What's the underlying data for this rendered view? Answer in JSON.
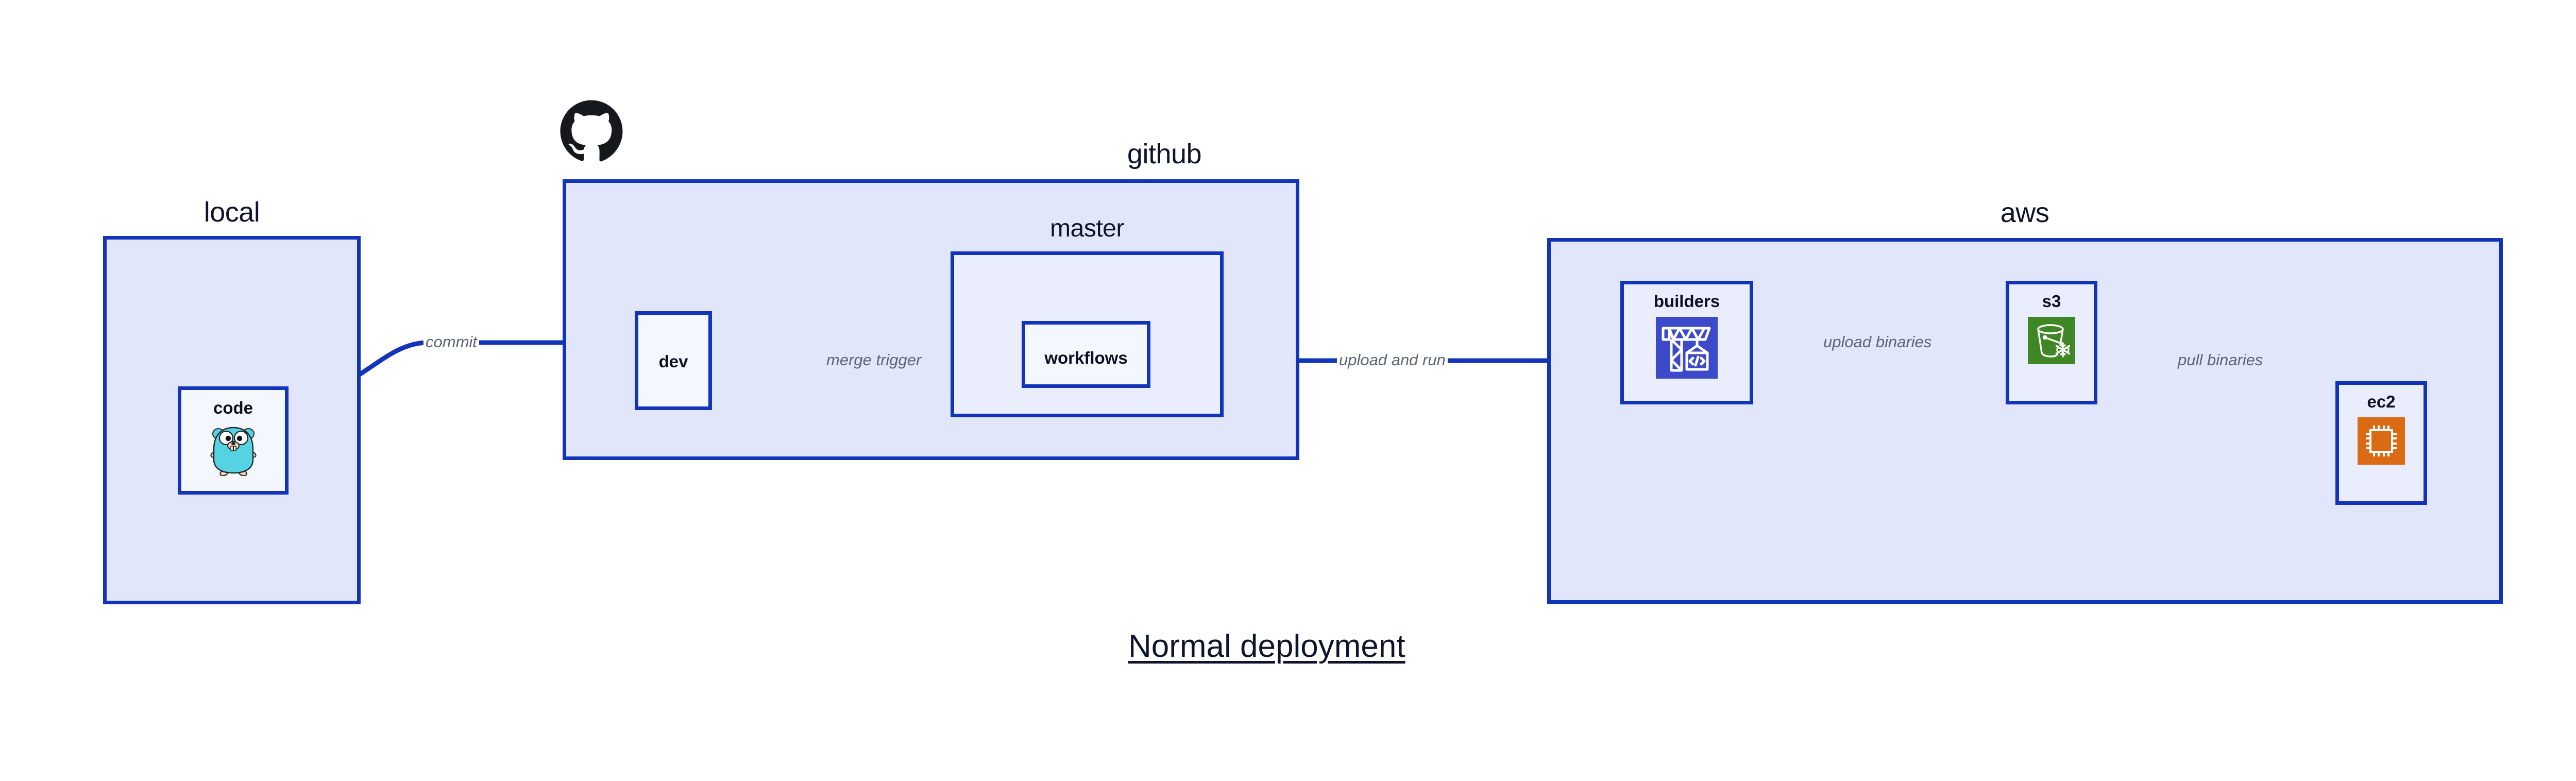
{
  "caption": "Normal deployment",
  "groups": {
    "local": {
      "title": "local"
    },
    "github": {
      "title": "github"
    },
    "master": {
      "title": "master"
    },
    "aws": {
      "title": "aws"
    }
  },
  "nodes": {
    "code": {
      "label": "code",
      "icon": "go-gopher-icon"
    },
    "dev": {
      "label": "dev"
    },
    "workflows": {
      "label": "workflows"
    },
    "builders": {
      "label": "builders",
      "icon": "aws-codebuild-crane-icon"
    },
    "s3": {
      "label": "s3",
      "icon": "aws-s3-glacier-bucket-icon"
    },
    "ec2": {
      "label": "ec2",
      "icon": "aws-ec2-chip-icon"
    }
  },
  "edges": [
    {
      "id": "commit",
      "label": "commit",
      "from": "code",
      "to": "dev"
    },
    {
      "id": "merge-trigger",
      "label": "merge trigger",
      "from": "dev",
      "to": "workflows"
    },
    {
      "id": "upload-and-run",
      "label": "upload and run",
      "from": "workflows",
      "to": "builders"
    },
    {
      "id": "upload-binaries",
      "label": "upload binaries",
      "from": "builders",
      "to": "s3"
    },
    {
      "id": "pull-binaries",
      "label": "pull binaries",
      "from": "s3",
      "to": "ec2"
    }
  ],
  "logos": {
    "github": "github-octocat-logo"
  },
  "colors": {
    "stroke": "#1234b8",
    "group_fill": "#e1e6fb",
    "subgroup_fill": "#e9edfc",
    "node_fill": "#eaeefc",
    "node_fill_white": "#f5f7fe",
    "edge_label": "#5d6475",
    "title_text": "#10132c",
    "codebuild_bg": "#3c49c8",
    "s3_bg": "#3f8624",
    "ec2_bg": "#db6a15",
    "gopher_body": "#55d3e2",
    "octocat": "#16181d"
  }
}
